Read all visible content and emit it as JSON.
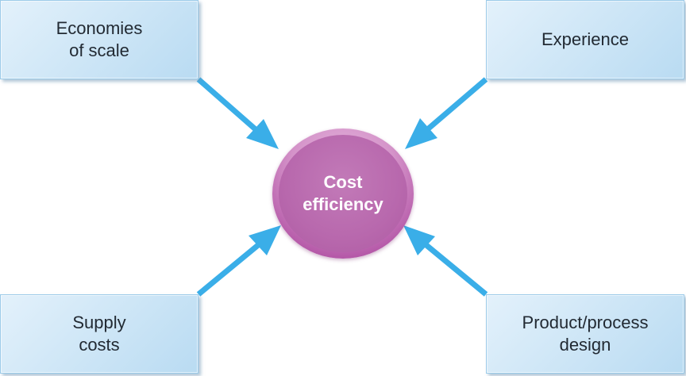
{
  "factors": {
    "top_left": "Economies\nof scale",
    "top_right": "Experience",
    "bottom_left": "Supply\ncosts",
    "bottom_right": "Product/process\ndesign"
  },
  "center": {
    "label": "Cost\nefficiency"
  },
  "colors": {
    "box_fill": "#cce5f6",
    "box_border": "#9ccbe9",
    "arrow": "#3aaee8",
    "circle": "#b868ad",
    "circle_text": "#ffffff"
  }
}
